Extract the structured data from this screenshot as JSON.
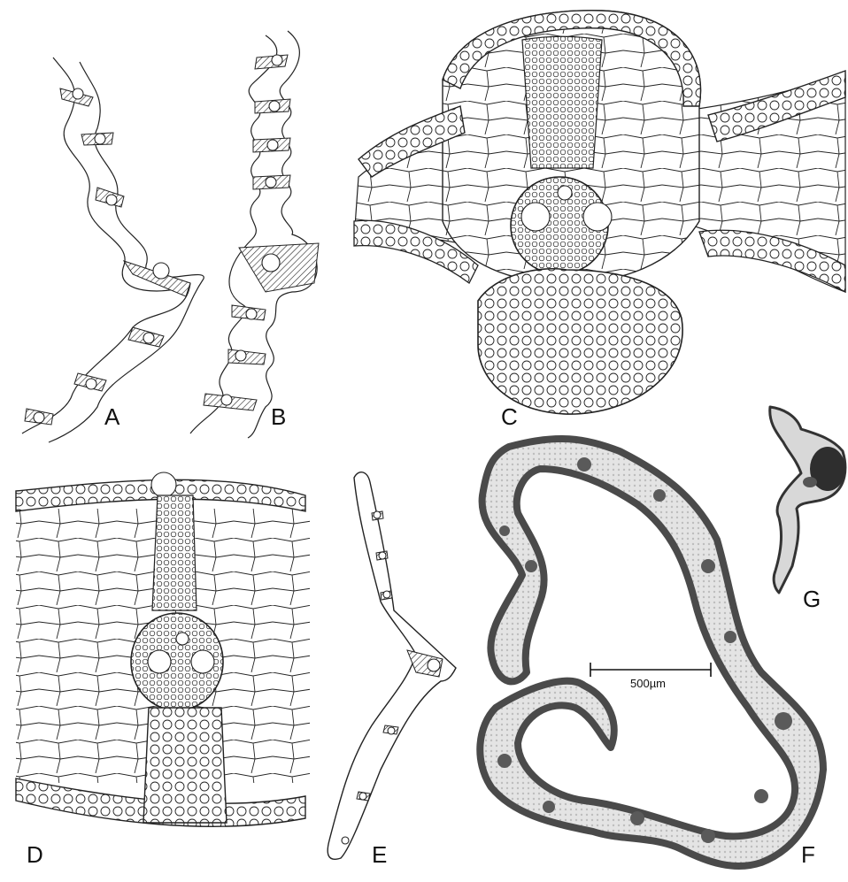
{
  "figure": {
    "panels": [
      {
        "id": "A",
        "label": "A"
      },
      {
        "id": "B",
        "label": "B"
      },
      {
        "id": "C",
        "label": "C"
      },
      {
        "id": "D",
        "label": "D"
      },
      {
        "id": "E",
        "label": "E"
      },
      {
        "id": "F",
        "label": "F"
      },
      {
        "id": "G",
        "label": "G"
      }
    ],
    "scale_bar": {
      "text": "500µm"
    }
  }
}
